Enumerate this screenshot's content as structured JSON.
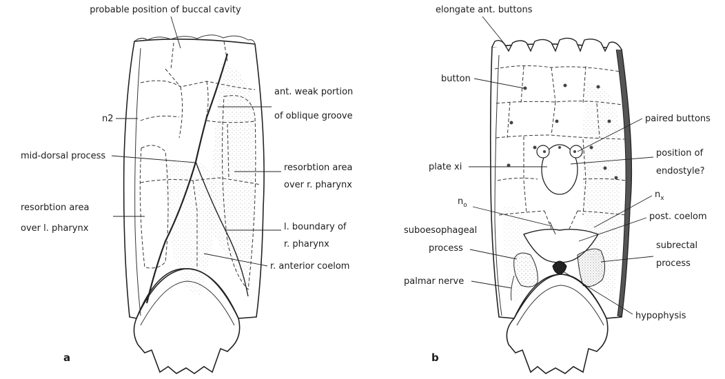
{
  "panels": {
    "a": {
      "letter": "a",
      "labels": {
        "buccal": "probable position of buccal cavity",
        "n2": "n2",
        "ant_weak_1": "ant. weak portion",
        "ant_weak_2": "of oblique groove",
        "mid_dorsal": "mid-dorsal process",
        "resorb_r_1": "resorbtion area",
        "resorb_r_2": "over r. pharynx",
        "resorb_l_1": "resorbtion area",
        "resorb_l_2": "over l. pharynx",
        "boundary_1": "l. boundary of",
        "boundary_2": "r. pharynx",
        "ant_coelom": "r. anterior coelom"
      }
    },
    "b": {
      "letter": "b",
      "labels": {
        "elongate": "elongate ant. buttons",
        "button": "button",
        "paired": "paired buttons",
        "endostyle_1": "position of",
        "endostyle_2": "endostyle?",
        "plate": "plate xi",
        "n0_main": "n",
        "n0_sub": "o",
        "nx_main": "n",
        "nx_sub": "x",
        "post_coelom": "post. coelom",
        "subeso_1": "suboesophageal",
        "subeso_2": "process",
        "subrectal_1": "subrectal",
        "subrectal_2": "process",
        "palmar": "palmar nerve",
        "hypophysis": "hypophysis"
      }
    }
  }
}
